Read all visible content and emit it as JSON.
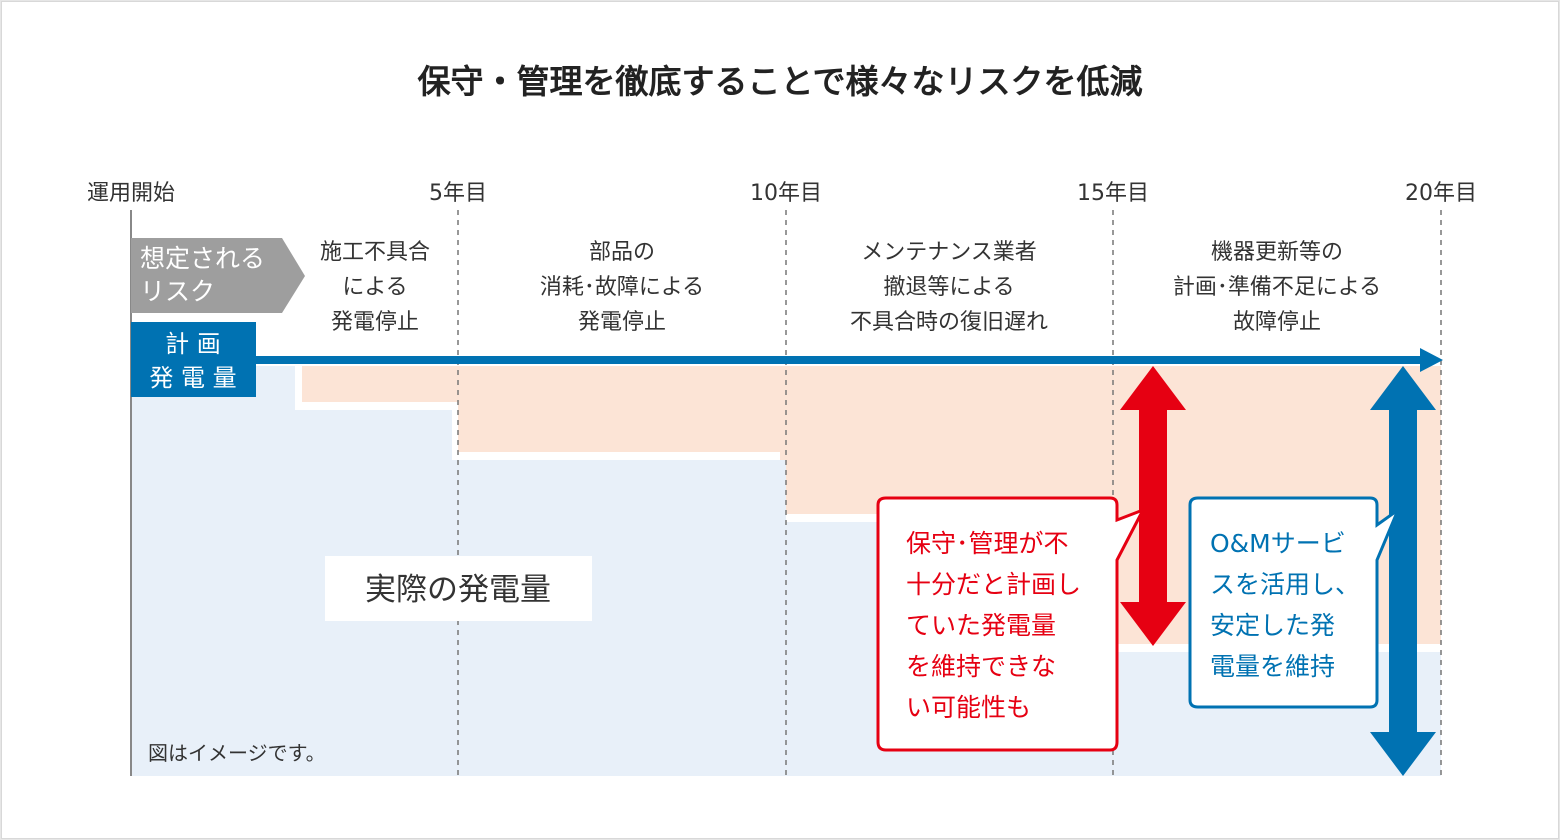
{
  "title": "保守・管理を徹底することで様々なリスクを低減",
  "timeline": {
    "ticks": [
      "運用開始",
      "5年目",
      "10年目",
      "15年目",
      "20年目"
    ]
  },
  "labels": {
    "risk_header": [
      "想定される",
      "リスク"
    ],
    "plan_header": [
      "計 画",
      "発 電 量"
    ],
    "actual": "実際の発電量",
    "note": "図はイメージです。"
  },
  "risks": [
    {
      "lines": [
        "施工不具合",
        "による",
        "発電停止"
      ]
    },
    {
      "lines": [
        "部品の",
        "消耗･故障による",
        "発電停止"
      ]
    },
    {
      "lines": [
        "メンテナンス業者",
        "撤退等による",
        "不具合時の復旧遅れ"
      ]
    },
    {
      "lines": [
        "機器更新等の",
        "計画･準備不足による",
        "故障停止"
      ]
    }
  ],
  "callouts": {
    "risk": [
      "保守･管理が不",
      "十分だと計画し",
      "ていた発電量",
      "を維持できな",
      "い可能性も"
    ],
    "om": [
      "O&Mサービ",
      "スを活用し、",
      "安定した発",
      "電量を維持"
    ]
  },
  "colors": {
    "blue": "#0072b2",
    "red": "#e60012",
    "peach": "#fce4d6",
    "lightblue": "#e8f0f9",
    "gray": "#9e9e9e"
  }
}
